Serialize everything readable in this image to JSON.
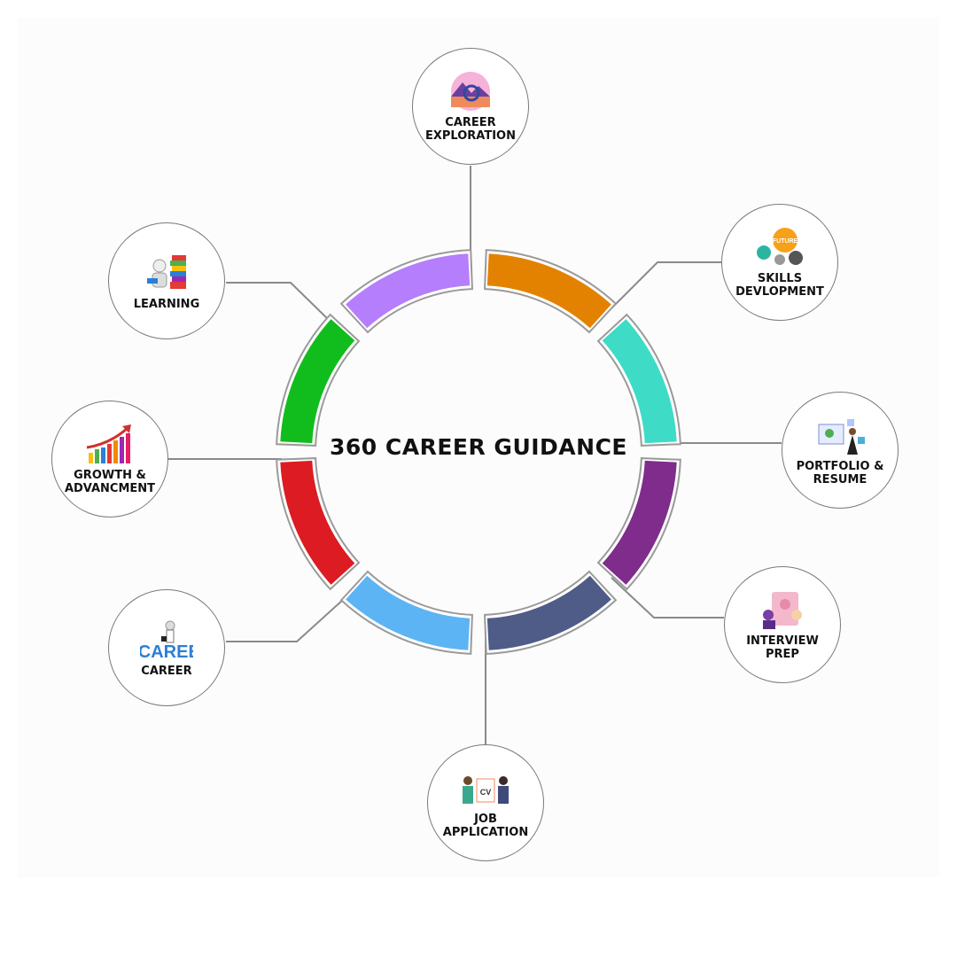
{
  "title": "360 CAREER GUIDANCE",
  "nodes": [
    {
      "label": "CAREER\nEXPLORATION",
      "icon": "career-exploration-icon",
      "color": "#b57efc"
    },
    {
      "label": "SKILLS\nDEVLOPMENT",
      "icon": "skills-future-icon",
      "color": "#e38200",
      "badge": "FUTURE"
    },
    {
      "label": "PORTFOLIO &\nRESUME",
      "icon": "portfolio-design-icon",
      "color": "#3edbc6"
    },
    {
      "label": "INTERVIEW\nPREP",
      "icon": "interview-icon",
      "color": "#7f2c8c"
    },
    {
      "label": "JOB\nAPPLICATION",
      "icon": "job-application-icon",
      "color": "#4f5c88",
      "badge": "CV"
    },
    {
      "label": "CAREER",
      "icon": "career-figure-icon",
      "color": "#5db4f5",
      "badge": "CAREER"
    },
    {
      "label": "GROWTH &\nADVANCMENT",
      "icon": "growth-chart-icon",
      "color": "#dc1c22"
    },
    {
      "label": "LEARNING",
      "icon": "books-learning-icon",
      "color": "#11bd1d"
    }
  ]
}
